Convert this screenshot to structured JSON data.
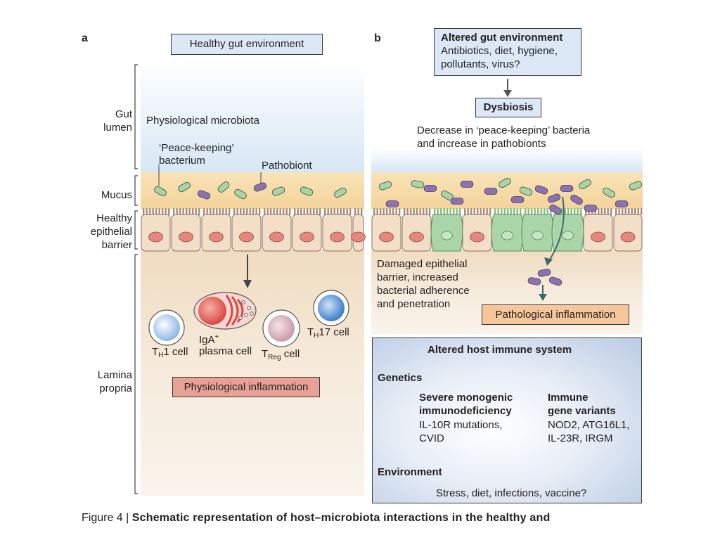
{
  "panel_a": {
    "letter": "a",
    "header": "Healthy gut environment",
    "layers": {
      "lumen_line1": "Gut",
      "lumen_line2": "lumen",
      "mucus": "Mucus",
      "epi_line1": "Healthy",
      "epi_line2": "epithelial",
      "epi_line3": "barrier",
      "lamina_line1": "Lamina",
      "lamina_line2": "propria"
    },
    "microbiota_label": "Physiological microbiota",
    "peacekeeping_line1": "‘Peace-keeping’",
    "peacekeeping_line2": "bacterium",
    "pathobiont_label": "Pathobiont",
    "cells": {
      "th1_T": "T",
      "th1_sub": "H",
      "th1_rest": "1 cell",
      "iga_text": "IgA",
      "iga_sup": "+",
      "plasma": "plasma cell",
      "treg_T": "T",
      "treg_sub": "Reg",
      "treg_rest": " cell",
      "th17_T": "T",
      "th17_sub": "H",
      "th17_rest": "17 cell"
    },
    "inflammation": "Physiological inflammation"
  },
  "panel_b": {
    "letter": "b",
    "header_title": "Altered gut environment",
    "header_line1": "Antibiotics, diet, hygiene,",
    "header_line2": "pollutants, virus?",
    "dysbiosis": "Dysbiosis",
    "dysbiosis_desc_line1": "Decrease in ‘peace-keeping’ bacteria",
    "dysbiosis_desc_line2": "and increase in pathobionts",
    "damage_line1": "Damaged epithelial",
    "damage_line2": "barrier, increased",
    "damage_line3": "bacterial adherence",
    "damage_line4": "and penetration",
    "inflammation": "Pathological inflammation",
    "immune": {
      "title": "Altered host immune system",
      "genetics": "Genetics",
      "severe_line1": "Severe monogenic",
      "severe_line2": "immunodeficiency",
      "severe_ex_line1": "IL-10R mutations,",
      "severe_ex_line2": "CVID",
      "immune_line1": "Immune",
      "immune_line2": "gene variants",
      "immune_ex_line1": "NOD2, ATG16L1,",
      "immune_ex_line2": "IL-23R, IRGM",
      "environment": "Environment",
      "env_examples": "Stress, diet, infections, vaccine?"
    }
  },
  "caption": {
    "prefix": "Figure 4 | ",
    "bold": "Schematic representation of host–microbiota interactions in the healthy and"
  },
  "colors": {
    "lumen": "#dbe9f5",
    "mucus": "#f6d9a2",
    "epithelium": "#f3dfc7",
    "nucleus": "#e6877f",
    "damaged_cell": "#a9d5a8",
    "peacekeeping_bacterium": "#a6d6a3",
    "pathobiont": "#8c72b5",
    "lamina": "#f1e4cf",
    "physio_inflammation": "#e8a195",
    "patho_inflammation": "#f7c79c",
    "header_box": "#dce8f5",
    "genetics_wedge": "#d96fb0",
    "environment_wedge": "#5fb36d"
  }
}
